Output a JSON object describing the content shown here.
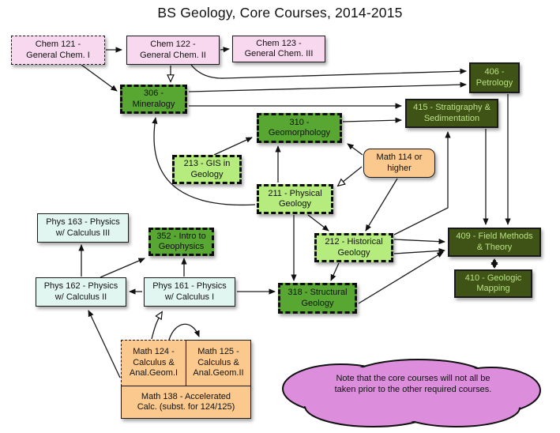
{
  "title": "BS Geology, Core Courses, 2014-2015",
  "note": "Note that the core courses will not all be\ntaken prior to the other required courses.",
  "colors": {
    "pink": "#F8D8EF",
    "lgreen": "#B5EC7D",
    "mgreen": "#59A733",
    "dgreen": "#3E5315",
    "dgreen-text": "#B9E284",
    "orange": "#FBC98D",
    "cyan": "#E2F6F1",
    "cloud": "#DC8EDC",
    "ink": "#1a1a1a"
  },
  "nodes": {
    "chem121": {
      "label": "Chem 121 -\nGeneral Chem. I"
    },
    "chem122": {
      "label": "Chem 122 -\nGeneral Chem. II"
    },
    "chem123": {
      "label": "Chem 123 -\nGeneral Chem. III"
    },
    "min306": {
      "label": "306 -\nMineralogy"
    },
    "pet406": {
      "label": "406 -\nPetrology"
    },
    "strat415": {
      "label": "415 - Stratigraphy &\nSedimentation"
    },
    "geo310": {
      "label": "310 -\nGeomorphology"
    },
    "gis213": {
      "label": "213 - GIS in\nGeology"
    },
    "math114": {
      "label": "Math 114 or\nhigher"
    },
    "phy211": {
      "label": "211 - Physical\nGeology"
    },
    "hist212": {
      "label": "212 - Historical\nGeology"
    },
    "field409": {
      "label": "409 - Field Methods\n& Theory"
    },
    "map410": {
      "label": "410 - Geologic\nMapping"
    },
    "struct318": {
      "label": "318 - Structural\nGeology"
    },
    "phys163": {
      "label": "Phys 163 - Physics\nw/ Calculus III"
    },
    "geophys352": {
      "label": "352 - Intro to\nGeophysics"
    },
    "phys162": {
      "label": "Phys 162 - Physics\nw/ Calculus II"
    },
    "phys161": {
      "label": "Phys 161 - Physics\nw/ Calculus I"
    },
    "math124": {
      "label": "Math 124 -\nCalculus &\nAnal.Geom.I"
    },
    "math125": {
      "label": "Math 125 -\nCalculus &\nAnal.Geom.II"
    },
    "math138": {
      "label": "Math 138 - Accelerated\nCalc. (subst. for 124/125)"
    }
  }
}
